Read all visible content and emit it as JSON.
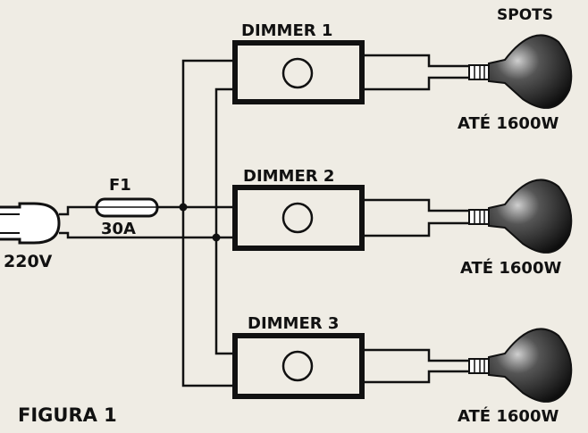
{
  "labels": {
    "spots": "SPOTS",
    "dimmer1": "DIMMER 1",
    "dimmer2": "DIMMER 2",
    "dimmer3": "DIMMER 3",
    "fuse_name": "F1",
    "fuse_rating": "30A",
    "voltage": "220V",
    "lamp1_rating": "ATÉ 1600W",
    "lamp2_rating": "ATÉ 1600W",
    "lamp3_rating": "ATÉ 1600W",
    "figure": "FIGURA 1"
  },
  "colors": {
    "ink": "#111111",
    "paper": "#efece4"
  }
}
